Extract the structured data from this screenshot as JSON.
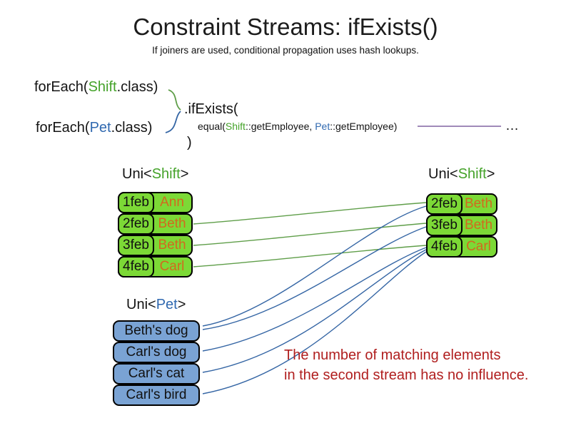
{
  "title": "Constraint Streams: ifExists()",
  "subtitle": "If joiners are used, conditional propagation uses hash lookups.",
  "code": {
    "foreach_shift": {
      "prefix": "forEach(",
      "cls": "Shift",
      "suffix": ".class)"
    },
    "foreach_pet": {
      "prefix": "forEach(",
      "cls": "Pet",
      "suffix": ".class)"
    },
    "if_exists": ".ifExists(",
    "equal": {
      "prefix": "equal(",
      "shift": "Shift",
      "mid": "::getEmployee, ",
      "pet": "Pet",
      "suffix": "::getEmployee)"
    },
    "close_paren": ")",
    "ellipsis": "…"
  },
  "tables": {
    "left_shift": {
      "label": {
        "prefix": "Uni<",
        "type": "Shift",
        "suffix": ">"
      },
      "rows": [
        {
          "date": "1feb",
          "name": "Ann"
        },
        {
          "date": "2feb",
          "name": "Beth"
        },
        {
          "date": "3feb",
          "name": "Beth"
        },
        {
          "date": "4feb",
          "name": "Carl"
        }
      ]
    },
    "right_shift": {
      "label": {
        "prefix": "Uni<",
        "type": "Shift",
        "suffix": ">"
      },
      "rows": [
        {
          "date": "2feb",
          "name": "Beth"
        },
        {
          "date": "3feb",
          "name": "Beth"
        },
        {
          "date": "4feb",
          "name": "Carl"
        }
      ]
    },
    "pet": {
      "label": {
        "prefix": "Uni<",
        "type": "Pet",
        "suffix": ">"
      },
      "rows": [
        {
          "name": "Beth's dog"
        },
        {
          "name": "Carl's dog"
        },
        {
          "name": "Carl's cat"
        },
        {
          "name": "Carl's bird"
        }
      ]
    }
  },
  "note": {
    "line1": "The number of matching elements",
    "line2": "in the second stream has no influence."
  },
  "colors": {
    "shift_green_text": "#44a229",
    "pet_blue_text": "#3069b0",
    "shift_box_fill": "#7cd936",
    "pet_box_fill": "#7aa3d4",
    "employee_orange": "#d2691e",
    "note_red": "#b01e1e",
    "green_line": "#5f9e49",
    "blue_line": "#3465a4",
    "purple_line": "#8064a2"
  }
}
